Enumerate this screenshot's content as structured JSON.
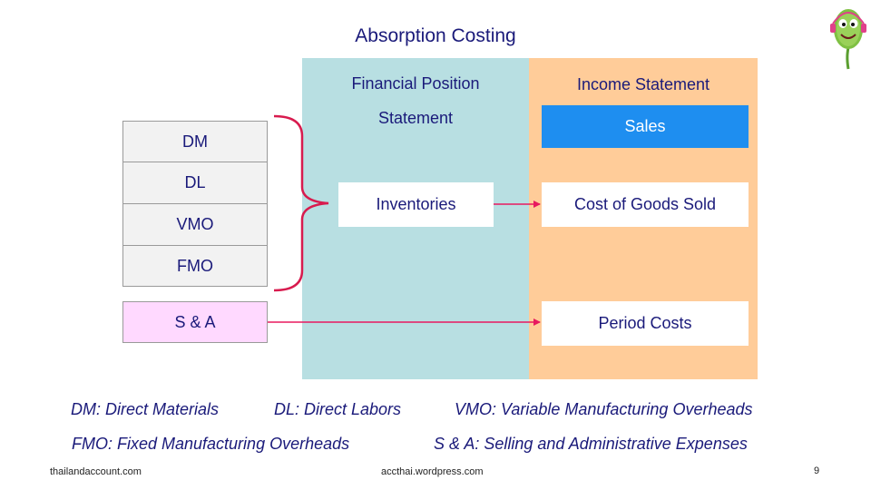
{
  "title": "Absorption Costing",
  "financial_position": {
    "header_line1": "Financial Position",
    "header_line2": "Statement",
    "inventories": "Inventories"
  },
  "income_statement": {
    "header": "Income Statement",
    "sales": "Sales",
    "cogs": "Cost of Goods Sold",
    "period_costs": "Period Costs"
  },
  "costs": {
    "dm": "DM",
    "dl": "DL",
    "vmo": "VMO",
    "fmo": "FMO",
    "sa": "S & A"
  },
  "legend": {
    "dm": "DM: Direct Materials",
    "dl": "DL: Direct Labors",
    "vmo": "VMO: Variable Manufacturing Overheads",
    "fmo": "FMO: Fixed Manufacturing Overheads",
    "sa": "S & A: Selling and Administrative Expenses"
  },
  "footer": {
    "left": "thailandaccount.com",
    "center": "accthai.wordpress.com",
    "page": "9"
  },
  "colors": {
    "financial_position_bg": "#b8dfe2",
    "income_statement_bg": "#ffcc99",
    "sales_bg": "#1e8ef0",
    "sa_bg": "#ffd9ff",
    "arrow": "#e8195f"
  }
}
